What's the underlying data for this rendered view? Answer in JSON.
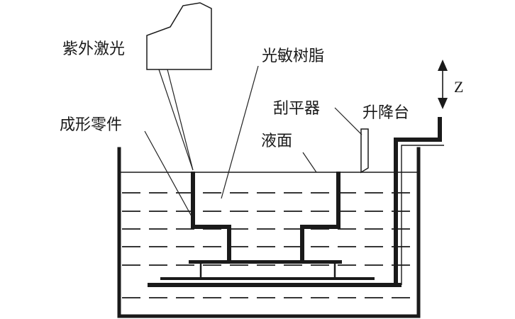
{
  "labels": {
    "uv_laser": "紫外激光",
    "resin": "光敏树脂",
    "formed_part": "成形零件",
    "scraper": "刮平器",
    "lift_platform": "升降台",
    "liquid_surface": "液面",
    "z_axis": "Z"
  }
}
